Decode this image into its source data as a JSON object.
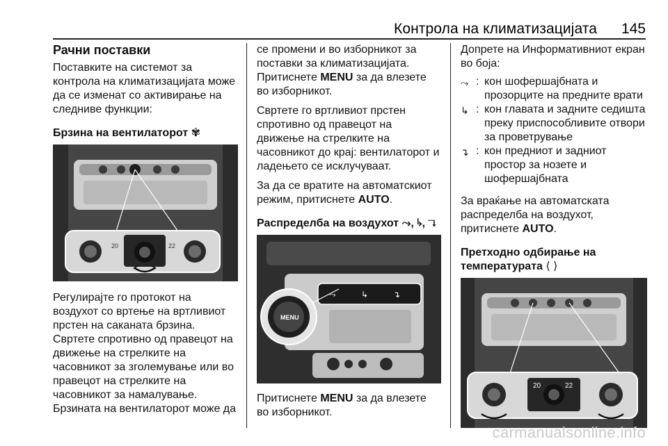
{
  "header": {
    "title": "Контрола на климатизацијата",
    "page_number": "145"
  },
  "col1": {
    "heading": "Рачни поставки",
    "intro": "Поставките на системот за контрола на климатизацијата може да се изменат со активирање на следниве функции:",
    "fan_heading": "Брзина на вентилаторот",
    "fan_icon": "fan-icon",
    "panel_labels": {
      "left_temp": "20",
      "right_temp": "22"
    },
    "fan_text": "Регулирајте го протокот на воздухот со вртење на вртливиот прстен на саканата брзина. Свртете спротивно од правецот на движење на стрелките на часовникот за зголемување или во правецот на стрелките на часовникот за намалување. Брзината на вентилаторот може да"
  },
  "col2": {
    "cont_text": "се промени и во изборникот за поставки за климатизацијата.",
    "press_pre": "Притиснете",
    "menu_label": "MENU",
    "press_post": "за да влезете во изборникот.",
    "turn_text": "Свртете го вртливиот прстен спротивно од правецот на движење на стрелките на часовникот до крај: вентилаторот и ладењето се исклучуваат.",
    "auto_pre": "За да се вратите на автоматскиот режим, притиснете",
    "auto_label": "AUTO",
    "auto_post": ".",
    "dist_heading": "Распределба на воздухот",
    "dist_icons": [
      "windshield-body-icon",
      "head-body-icon",
      "body-feet-icon"
    ],
    "dial_label": "MENU",
    "menu2_pre": "Притиснете",
    "menu2_label": "MENU",
    "menu2_post": "за да влезете во изборникот."
  },
  "col3": {
    "intro": "Допрете на Информативниот екран во боја:",
    "items": [
      {
        "icon": "windshield-body-icon",
        "colon": ":",
        "text": "кон шофершајбната и прозорците на предните врати"
      },
      {
        "icon": "head-body-icon",
        "colon": ":",
        "text": "кон главата и задните седишта преку приспособливите отвори за проветрување"
      },
      {
        "icon": "body-feet-icon",
        "colon": ":",
        "text": "кон предниот и задниот простор за нозете и шофершајбната"
      }
    ],
    "auto_pre": "За враќање на автоматската распределба на воздухот, притиснете",
    "auto_label": "AUTO",
    "auto_post": ".",
    "temp_heading": "Претходно одбирање на температурата",
    "temp_icon": "temperature-bracket-icon",
    "panel_labels": {
      "left_temp": "20",
      "right_temp": "22"
    }
  },
  "watermark": "carmanualsonline.info"
}
